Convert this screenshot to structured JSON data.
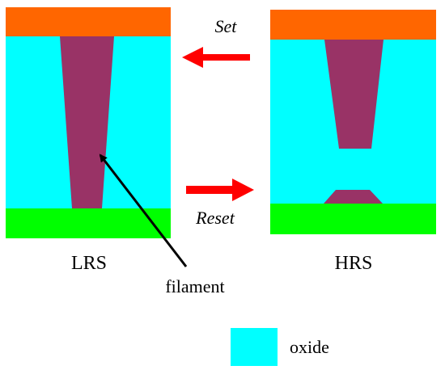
{
  "labels": {
    "set": "Set",
    "reset": "Reset",
    "lrs": "LRS",
    "hrs": "HRS",
    "filament": "filament",
    "legend_oxide": "oxide"
  },
  "colors": {
    "top_electrode": "#FF6600",
    "oxide": "#00FFFF",
    "bottom_electrode": "#00FF00",
    "filament": "#993366",
    "process_arrow": "#FF0000",
    "pointer_arrow": "#000000"
  }
}
